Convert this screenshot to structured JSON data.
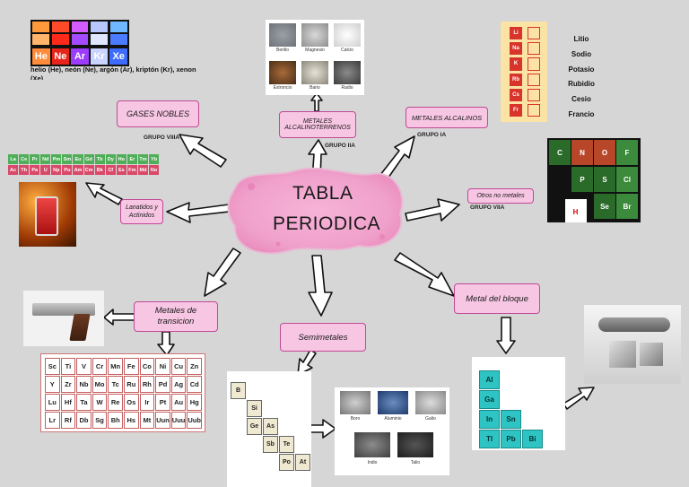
{
  "title": {
    "line1": "TABLA",
    "line2": "PERIODICA"
  },
  "nodes": {
    "gases_nobles": "GASES NOBLES",
    "alcalinoterreos": "METALES ALCALINOTERRENOS",
    "alcalinos": "METALES ALCALINOS",
    "lantanidos": "Lanatidos y Actinidos",
    "otros_no_metales": "Otros no metales",
    "transicion": "Metales de transicion",
    "semimetales": "Semimetales",
    "bloque": "Metal del bloque"
  },
  "groups": {
    "viiia_1": "GRUPO VIIIA",
    "iia": "GRUPO IIA",
    "ia": "GRUPO IA",
    "viia": "GRUPO VIIA"
  },
  "noble_gas_text": "helio (He), neón (Ne), argón (Ar), kriptón (Kr), xenon (Xe)",
  "noble_gas_symbols": [
    "He",
    "Ne",
    "Ar",
    "Kr",
    "Xe"
  ],
  "alkali_list": [
    "Litio",
    "Sodio",
    "Potasio",
    "Rubidio",
    "Cesio",
    "Francio"
  ],
  "alkali_symbols": [
    "Li",
    "Na",
    "K",
    "Rb",
    "Cs",
    "Fr"
  ],
  "alkaline_earth_captions": [
    "Berilio",
    "Magnesio",
    "Calcio",
    "Estroncio",
    "Bario",
    "Radio"
  ],
  "semimetal_captions": [
    "Boro",
    "Aluminio",
    "Galio",
    "Indio",
    "Talio"
  ],
  "semimetal_table": [
    "B",
    "Si",
    "Ge",
    "As",
    "Sb",
    "Te",
    "Po",
    "At"
  ],
  "transition_rows": [
    [
      "Sc",
      "Ti",
      "V",
      "Cr",
      "Mn",
      "Fe",
      "Co",
      "Ni",
      "Cu",
      "Zn"
    ],
    [
      "Y",
      "Zr",
      "Nb",
      "Mo",
      "Tc",
      "Ru",
      "Rh",
      "Pd",
      "Ag",
      "Cd"
    ],
    [
      "Lu",
      "Hf",
      "Ta",
      "W",
      "Re",
      "Os",
      "Ir",
      "Pt",
      "Au",
      "Hg"
    ],
    [
      "Lr",
      "Rf",
      "Db",
      "Sg",
      "Bh",
      "Hs",
      "Mt",
      "Uun",
      "Uuu",
      "Uub"
    ]
  ],
  "lanthanide_row": [
    "La",
    "Ce",
    "Pr",
    "Nd",
    "Pm",
    "Sm",
    "Eu",
    "Gd",
    "Tb",
    "Dy",
    "Ho",
    "Er",
    "Tm",
    "Yb"
  ],
  "actinide_row": [
    "Ac",
    "Th",
    "Pa",
    "U",
    "Np",
    "Pu",
    "Am",
    "Cm",
    "Bk",
    "Cf",
    "Es",
    "Fm",
    "Md",
    "No"
  ],
  "nonmetal_cells": [
    "C",
    "N",
    "O",
    "F",
    "P",
    "S",
    "Cl",
    "Se",
    "Br",
    "H"
  ],
  "pblock_cells": [
    "Al",
    "Ga",
    "In",
    "Sn",
    "Tl",
    "Pb",
    "Bi"
  ],
  "colors": {
    "node_fill": "#f7c6e3",
    "node_border": "#c04a95",
    "background": "#d6d6d6",
    "blob": "#f3a9d2"
  }
}
